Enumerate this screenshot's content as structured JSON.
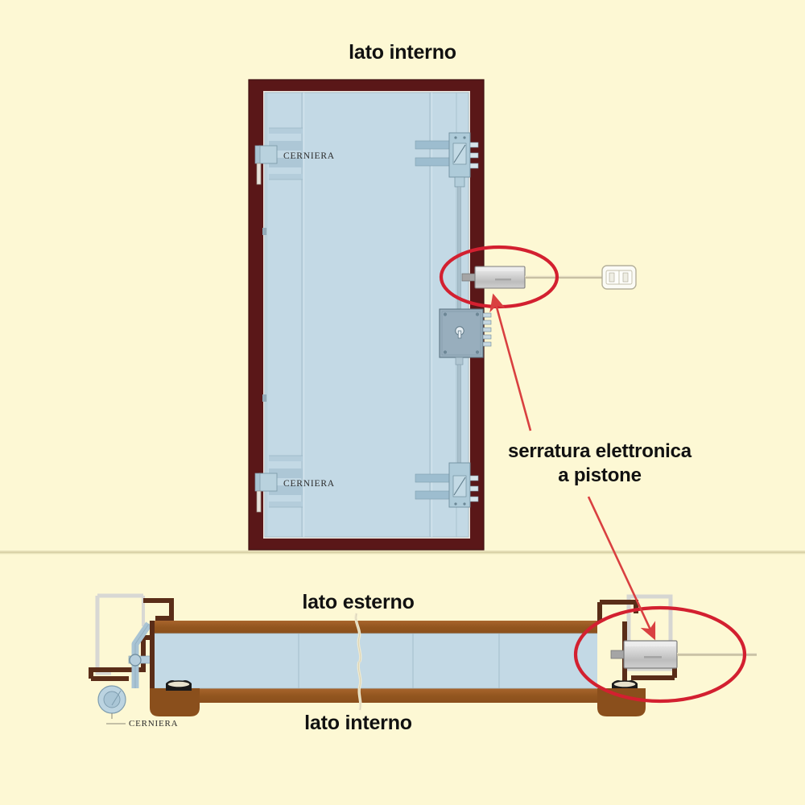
{
  "diagram": {
    "type": "technical-door-diagram",
    "background_color": "#fdf8d4",
    "title_top": "lato interno",
    "callout": {
      "line1": "serratura elettronica",
      "line2": "a pistone",
      "color": "#111111",
      "highlight_color": "#d32030"
    },
    "section_labels": {
      "exterior": "lato esterno",
      "interior": "lato interno"
    },
    "hinge_label": "CERNIERA",
    "front_view": {
      "name": "door-front-elevation",
      "frame_color": "#5a1718",
      "panel_color": "#c3d9e5",
      "hinge_labels": [
        "CERNIERA",
        "CERNIERA"
      ],
      "lock_body_color": "#98aebd",
      "piston_lock_color": "#c8c8c8",
      "wall_switch": "switch-plate"
    },
    "section_view": {
      "name": "door-horizontal-section",
      "frame_color": "#9a5c28",
      "panel_color": "#c3d9e5",
      "hinge_label": "CERNIERA",
      "piston_lock_color": "#c8c8c8"
    },
    "annotations": {
      "ellipse_count": 2,
      "arrow_count": 2,
      "ellipse_stroke": "#d32030",
      "arrow_stroke": "#d94040"
    }
  }
}
